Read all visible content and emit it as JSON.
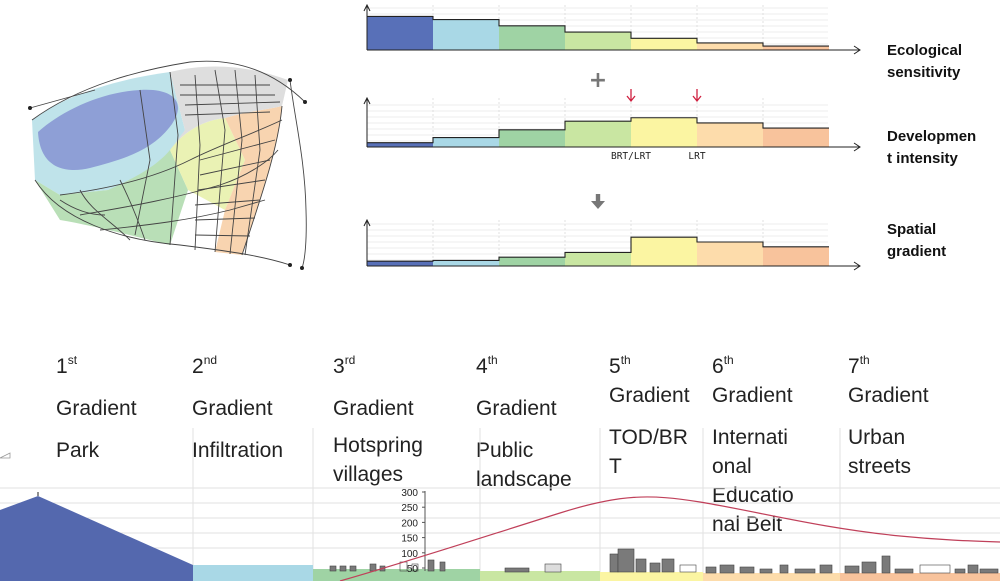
{
  "diagrams": {
    "charts": [
      {
        "label_lines": [
          "Ecological",
          "sensitivity"
        ],
        "levels": [
          0.86,
          0.78,
          0.62,
          0.46,
          0.3,
          0.18,
          0.1
        ]
      },
      {
        "label_lines": [
          "Developmen",
          "t intensity"
        ],
        "levels": [
          0.1,
          0.22,
          0.4,
          0.6,
          0.68,
          0.56,
          0.44
        ]
      },
      {
        "label_lines": [
          "Spatial",
          "gradient"
        ],
        "levels": [
          0.12,
          0.14,
          0.22,
          0.34,
          0.72,
          0.6,
          0.48
        ]
      }
    ],
    "operators": {
      "plus": "+",
      "arrow_down": "down-arrow-icon"
    },
    "markers": [
      {
        "label": "BRT/LRT",
        "segment": 4
      },
      {
        "label": "LRT",
        "segment": 5
      }
    ],
    "segment_colors": [
      "#5870b8",
      "#a9d8e6",
      "#9fd3a4",
      "#c9e6a2",
      "#fbf5a2",
      "#fddcab",
      "#f8c39c"
    ],
    "marker_color": "#d02040"
  },
  "gradients": [
    {
      "ordinal": "1",
      "suffix": "st",
      "word": "Gradient",
      "desc_lines": [
        "Park"
      ]
    },
    {
      "ordinal": "2",
      "suffix": "nd",
      "word": "Gradient",
      "desc_lines": [
        "Infiltration"
      ]
    },
    {
      "ordinal": "3",
      "suffix": "rd",
      "word": "Gradient",
      "desc_lines": [
        "Hotspring",
        "villages"
      ]
    },
    {
      "ordinal": "4",
      "suffix": "th",
      "word": "Gradient",
      "desc_lines": [
        "Public",
        "landscape"
      ]
    },
    {
      "ordinal": "5",
      "suffix": "th",
      "word": "Gradient",
      "desc_lines": [
        "TOD/BR",
        "T"
      ]
    },
    {
      "ordinal": "6",
      "suffix": "th",
      "word": "Gradient",
      "desc_lines": [
        "Internati",
        "onal",
        "Educatio",
        "nal Belt"
      ]
    },
    {
      "ordinal": "7",
      "suffix": "th",
      "word": "Gradient",
      "desc_lines": [
        "Urban",
        "streets"
      ]
    }
  ],
  "section": {
    "axis_ticks": [
      "300",
      "250",
      "200",
      "150",
      "100",
      "50"
    ],
    "curve_color": "#c0405a"
  }
}
